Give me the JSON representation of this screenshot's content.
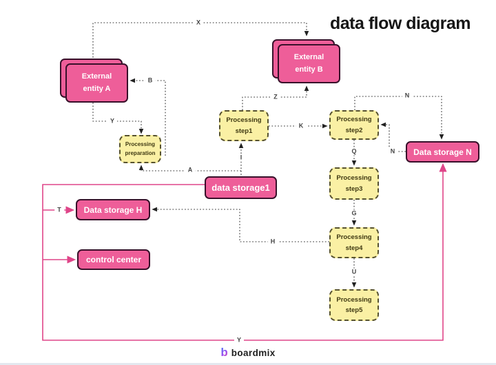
{
  "title": "data flow diagram",
  "nodes": {
    "external_a": {
      "label": "External entity A"
    },
    "external_b": {
      "label": "External entity B"
    },
    "preparation": {
      "label": "Processing preparation"
    },
    "step1": {
      "label": "Processing step1"
    },
    "step2": {
      "label": "Processing step2"
    },
    "step3": {
      "label": "Processing step3"
    },
    "step4": {
      "label": "Processing step4"
    },
    "step5": {
      "label": "Processing step5"
    },
    "data_storage1": {
      "label": "data storage1"
    },
    "data_storage_h": {
      "label": "Data storage H"
    },
    "data_storage_n": {
      "label": "Data storage N"
    },
    "control_center": {
      "label": "control center"
    }
  },
  "edge_labels": {
    "x": "X",
    "b": "B",
    "y_top": "Y",
    "a": "A",
    "i": "I",
    "z": "Z",
    "k": "K",
    "n_top": "N",
    "n_left": "N",
    "q": "Q",
    "g": "G",
    "h": "H",
    "u": "U",
    "t": "T",
    "y_bottom": "Y"
  },
  "colors": {
    "node_pink": "#ee5e99",
    "node_pink_border": "#38102a",
    "node_yellow": "#faf0a4",
    "node_yellow_border": "#56512e",
    "connector_dark": "#3b3b3b",
    "connector_pink": "#df4589",
    "title_color": "#161616"
  },
  "logo": {
    "mark": "b",
    "brand": "boardmix"
  }
}
